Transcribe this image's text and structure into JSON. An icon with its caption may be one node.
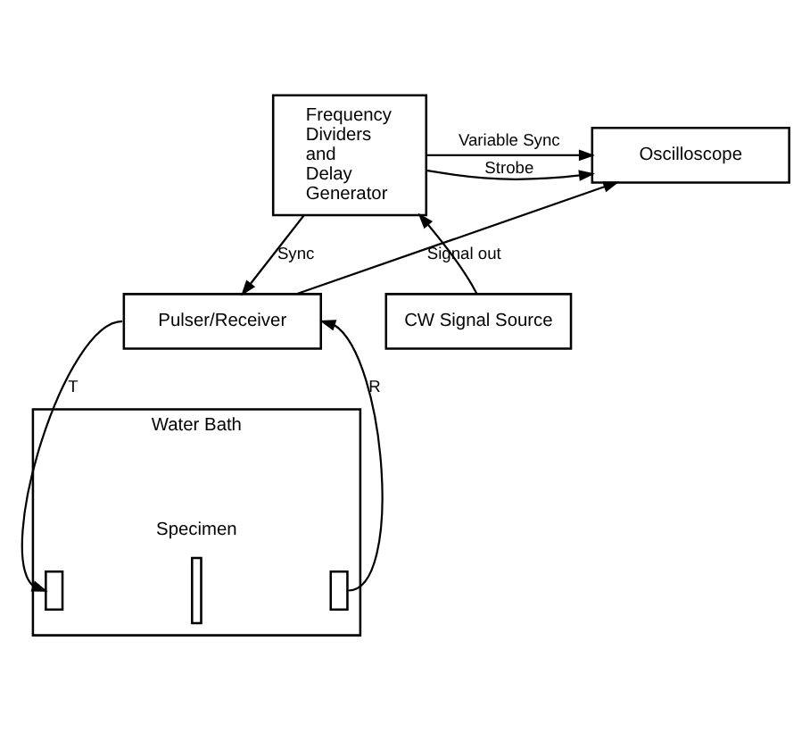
{
  "diagram": {
    "nodes": [
      {
        "text": [
          "Frequency Dividers and Delay Generator"
        ]
      },
      {
        "text": [
          "Oscilloscope"
        ]
      },
      {
        "text": [
          "Pulser/Receiver"
        ]
      },
      {
        "text": [
          "CW Signal Source"
        ]
      },
      {
        "text": [
          "Water Bath",
          "Specimen"
        ]
      },
      {
        "text": [],
        "shape": "box",
        "in": 4
      },
      {
        "text": [],
        "shape": "bar",
        "in": 4
      },
      {
        "text": [],
        "shape": "box",
        "in": 4
      }
    ],
    "edges": [
      {
        "from": 0,
        "to": 1,
        "arrow": "to",
        "label": "Strobe"
      },
      {
        "from": 0,
        "to": 1,
        "arrow": "to",
        "label": "Variable Sync"
      },
      {
        "from": 0,
        "to": 2,
        "arrow": "to",
        "label": "Sync"
      },
      {
        "from": 2,
        "to": 1,
        "arrow": "to",
        "label": "Signal out"
      },
      {
        "from": 3,
        "to": 0,
        "arrow": "to"
      },
      {
        "from": 2,
        "to": 5,
        "arrow": "to",
        "label": "T"
      },
      {
        "from": 7,
        "to": 2,
        "arrow": "to",
        "label": "R"
      }
    ]
  }
}
